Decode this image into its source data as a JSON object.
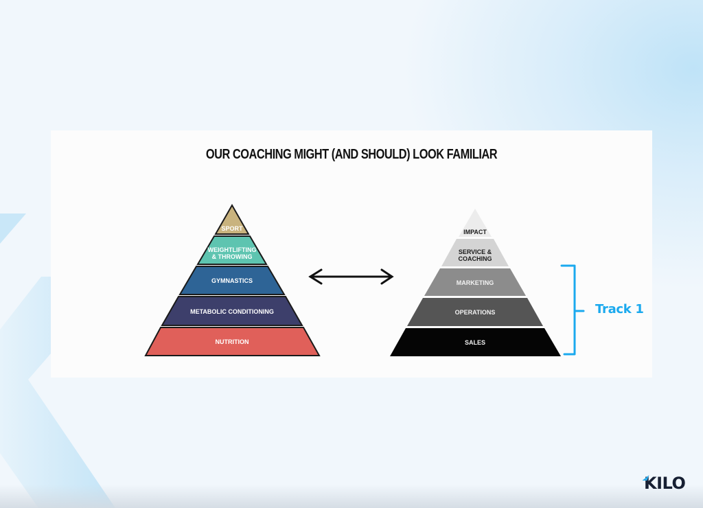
{
  "slide": {
    "title": "OUR COACHING MIGHT (AND SHOULD) LOOK FAMILIAR",
    "brand": "KILO",
    "colors": {
      "background": "#f1f7fc",
      "card": "#fcfcfc",
      "accent_blue": "#1aa9ee",
      "logo_dark": "#172033"
    }
  },
  "left_pyramid": {
    "name": "Coaching pyramid",
    "levels": [
      {
        "label": "SPORT",
        "color": "#c9b37e"
      },
      {
        "label_line1": "WEIGHTLIFTING",
        "label_line2": "& THROWING",
        "color": "#5ec4b0"
      },
      {
        "label": "GYMNASTICS",
        "color": "#2e6496"
      },
      {
        "label": "METABOLIC CONDITIONING",
        "color": "#3d3f6b"
      },
      {
        "label": "NUTRITION",
        "color": "#e0605a"
      }
    ]
  },
  "right_pyramid": {
    "name": "Business pyramid",
    "levels": [
      {
        "label": "IMPACT",
        "color": "#ececec"
      },
      {
        "label_line1": "SERVICE &",
        "label_line2": "COACHING",
        "color": "#d4d4d4"
      },
      {
        "label": "MARKETING",
        "color": "#8c8c8c"
      },
      {
        "label": "OPERATIONS",
        "color": "#555555"
      },
      {
        "label": "SALES",
        "color": "#050505"
      }
    ]
  },
  "connector": {
    "icon": "double-arrow-icon"
  },
  "bracket": {
    "label": "Track 1",
    "spans": [
      "MARKETING",
      "OPERATIONS",
      "SALES"
    ]
  }
}
